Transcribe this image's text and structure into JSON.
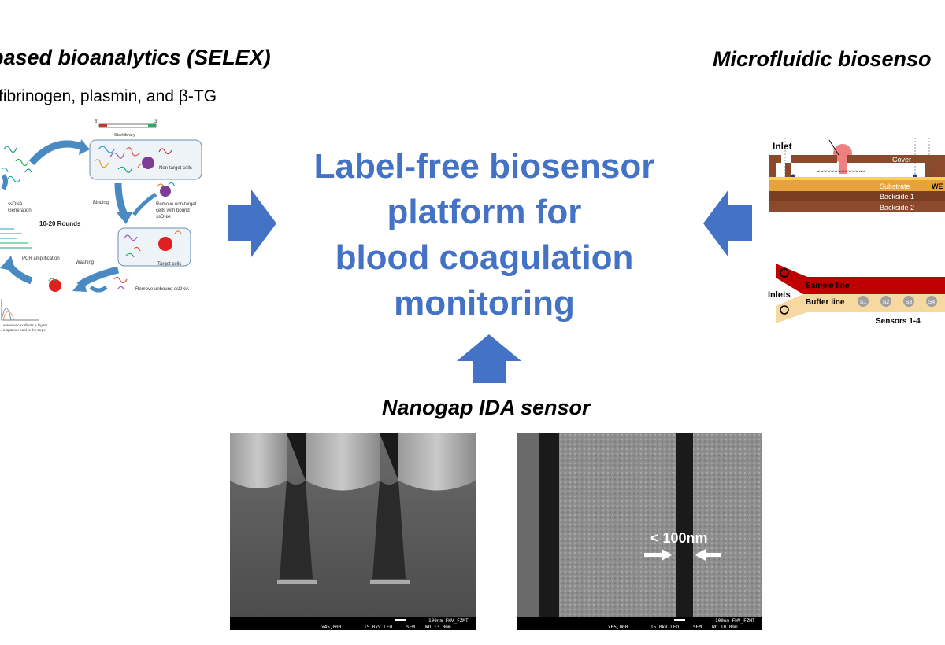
{
  "colors": {
    "accent_blue": "#4472c4",
    "arrow_blue": "#4472c4",
    "cover_brown": "#8b4a2b",
    "substrate_orange": "#e8a23a",
    "backside_brown": "#7a3e22",
    "sample_line_red": "#c00000",
    "buffer_line_tan": "#f6d9a0",
    "droplet_pink": "#f08080"
  },
  "left_panel": {
    "heading": "based bioanalytics (SELEX)",
    "subtitle": "fibrinogen, plasmin, and β-TG",
    "diagram": {
      "top_label_5": "5'",
      "top_label_3": "3'",
      "start_library": "Startlibrary",
      "non_target_cells": "Non-target cells",
      "binding": "Binding",
      "ssdna_generation_1": "ssDNA",
      "ssdna_generation_2": "Generation",
      "rounds": "10-20 Rounds",
      "remove_nontarget_1": "Remove  non-target",
      "remove_nontarget_2": "cells with bound",
      "remove_nontarget_3": "ssDNA",
      "target_cells": "Target cells",
      "pcr_amplification": "PCR amplification",
      "washing": "Washing",
      "remove_unbound": "Remove  unbound ssDNA",
      "footnote_1": "...uorescence reflects  a higher",
      "footnote_2": "...n aptamer pool to the target"
    }
  },
  "center": {
    "title_lines": [
      "Label-free biosensor",
      "platform for",
      "blood coagulation",
      "monitoring"
    ]
  },
  "right_panel": {
    "heading": "Microfluidic biosenso",
    "diagram": {
      "inlet": "Inlet",
      "cover": "Cover",
      "substrate": "Substrate",
      "we": "WE",
      "backside_1": "Backside 1",
      "backside_2": "Backside 2",
      "sample_line": "Sample line",
      "inlets": "Inlets",
      "buffer_line": "Buffer line",
      "sensor_labels": [
        "S1",
        "S2",
        "S3",
        "S4"
      ],
      "sensors_caption": "Sensors 1-4"
    }
  },
  "bottom_panel": {
    "heading": "Nanogap IDA sensor",
    "sem_left": {
      "scale": "100nm FHV_FZMT",
      "mag": "x45,000",
      "kv": "15.0kV LED",
      "mode": "SEM",
      "wd": "WD 13.0mm"
    },
    "sem_right": {
      "gap_label": "< 100nm",
      "scale": "100nm FHV_FZMT",
      "mag": "x65,000",
      "kv": "15.0kV LED",
      "mode": "SEM",
      "wd": "WD 10.0mm"
    }
  }
}
